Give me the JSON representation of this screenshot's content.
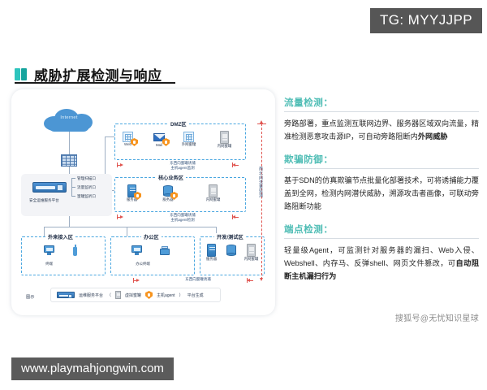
{
  "watermarks": {
    "telegram": "TG: MYYJJPP",
    "url": "www.playmahjongwin.com",
    "sohu": "搜狐号@无忧知识星球"
  },
  "header": {
    "title": "威胁扩展检测与响应",
    "icon": "book-icon",
    "accent_color": "#22b3ac"
  },
  "diagram": {
    "internet_label": "Internet",
    "platform": {
      "name": "安全运维服务平台",
      "ports": [
        "管理扫描口",
        "流量监听口",
        "蜜罐监听口"
      ]
    },
    "zones": [
      {
        "name": "DMZ区",
        "devices": [
          {
            "label": "Web",
            "icon": "web-server-icon",
            "agent": true
          },
          {
            "label": "Mail",
            "icon": "mail-server-icon",
            "agent": true
          },
          {
            "label": "外网蜜罐",
            "icon": "honeypot-icon",
            "agent": false
          },
          {
            "label": "内网蜜罐",
            "icon": "honeypot-icon",
            "agent": false
          }
        ]
      },
      {
        "name": "核心业务区",
        "devices": [
          {
            "label": "服务器",
            "icon": "server-icon",
            "agent": true
          },
          {
            "label": "服务器",
            "icon": "database-icon",
            "agent": true
          },
          {
            "label": "内网蜜罐",
            "icon": "honeypot-icon",
            "agent": false
          }
        ]
      },
      {
        "name": "外来接入区",
        "devices": [
          {
            "label": "终端",
            "icon": "desktop-icon",
            "agent": false
          },
          {
            "label": "",
            "icon": "mobile-device-icon",
            "agent": false
          }
        ]
      },
      {
        "name": "办公区",
        "devices": [
          {
            "label": "办公终端",
            "icon": "desktop-icon",
            "agent": false
          },
          {
            "label": "",
            "icon": "printer-icon",
            "agent": false
          }
        ]
      },
      {
        "name": "开发/测试区",
        "devices": [
          {
            "label": "服务器",
            "icon": "server-icon",
            "agent": false
          },
          {
            "label": "",
            "icon": "database-icon",
            "agent": false
          },
          {
            "label": "内网蜜罐",
            "icon": "honeypot-icon",
            "agent": false
          }
        ]
      }
    ],
    "flow_labels": {
      "ew_dmz": "东西向蜜罐诱捕\n主机agent监测",
      "ew_dmz_line1": "东西向蜜罐诱捕",
      "ew_dmz_line2": "主机agent监测",
      "ew_core_line1": "东西向蜜罐诱捕",
      "ew_core_line2": "主机agent检测",
      "ew_dev": "东西向蜜罐诱捕",
      "north_south": "南北向流量监测"
    },
    "legend": {
      "title": "图示",
      "appliance": "运维服务平台",
      "open_paren": "（",
      "honeypot": "虚拟蜜罐",
      "agent": "主机agent",
      "close_paren": "）",
      "suffix": "平台生成"
    }
  },
  "panel": {
    "sections": [
      {
        "heading": "流量检测：",
        "body_plain": "旁路部署，重点监测互联网边界、服务器区域双向流量，精准检测恶意攻击源IP，可自动旁路阻断内",
        "body_bold": "外网威胁"
      },
      {
        "heading": "欺骗防御：",
        "body_plain": "基于SDN的仿真欺骗节点批量化部署技术，可将诱捕能力覆盖到全网，检测内网潜伏威胁，溯源攻击者画像，可联动旁路阻断功能",
        "body_bold": ""
      },
      {
        "heading": "端点检测：",
        "body_plain": "轻量级Agent，可监测针对服务器的漏扫、Web入侵、Webshell、内存马、反弹shell、网页文件篡改，可",
        "body_bold": "自动阻断主机漏扫行为"
      }
    ],
    "heading_color": "#4fbdb5"
  }
}
